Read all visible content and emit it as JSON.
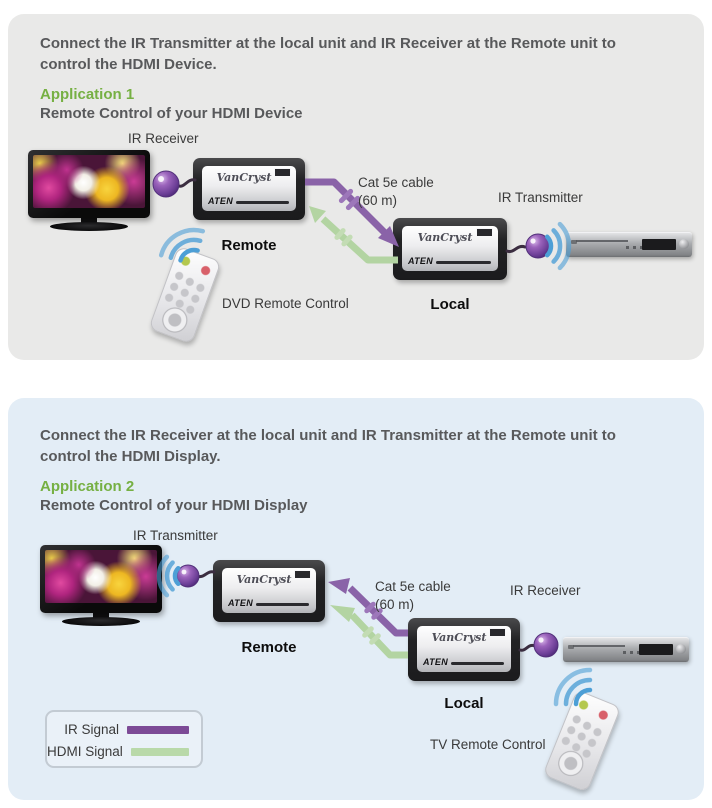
{
  "panel1": {
    "heading": "Connect the IR Transmitter at the local unit and IR Receiver at the Remote unit to control the HDMI Device.",
    "app_label": "Application 1",
    "subtitle": "Remote Control of your HDMI Device",
    "tv_side_ir_label": "IR Receiver",
    "remote_unit_label": "Remote",
    "local_unit_label": "Local",
    "cable_label_line1": "Cat 5e cable",
    "cable_label_line2": "(60 m)",
    "device_side_ir_label": "IR Transmitter",
    "handset_label": "DVD Remote Control"
  },
  "panel2": {
    "heading": "Connect the IR Receiver at the local unit and IR Transmitter at the Remote unit to control the HDMI Display.",
    "app_label": "Application 2",
    "subtitle": "Remote Control of your HDMI Display",
    "tv_side_ir_label": "IR Transmitter",
    "remote_unit_label": "Remote",
    "local_unit_label": "Local",
    "cable_label_line1": "Cat 5e cable",
    "cable_label_line2": "(60 m)",
    "device_side_ir_label": "IR Receiver",
    "handset_label": "TV Remote Control"
  },
  "device": {
    "brand": "VanCryst",
    "maker": "ATEN"
  },
  "legend": {
    "ir_label": "IR Signal",
    "hdmi_label": "HDMI  Signal"
  },
  "colors": {
    "ir_signal": "#8a63a8",
    "hdmi_signal": "#b3d4a2",
    "legend_ir": "#7c4a96",
    "legend_hdmi": "#b9d9a9",
    "accent_green": "#76b043",
    "heading_gray": "#58595b",
    "wave_blue": "#4d9fd6",
    "panel1_bg": "#e9e9e8",
    "panel2_bg": "#e3edf6"
  }
}
